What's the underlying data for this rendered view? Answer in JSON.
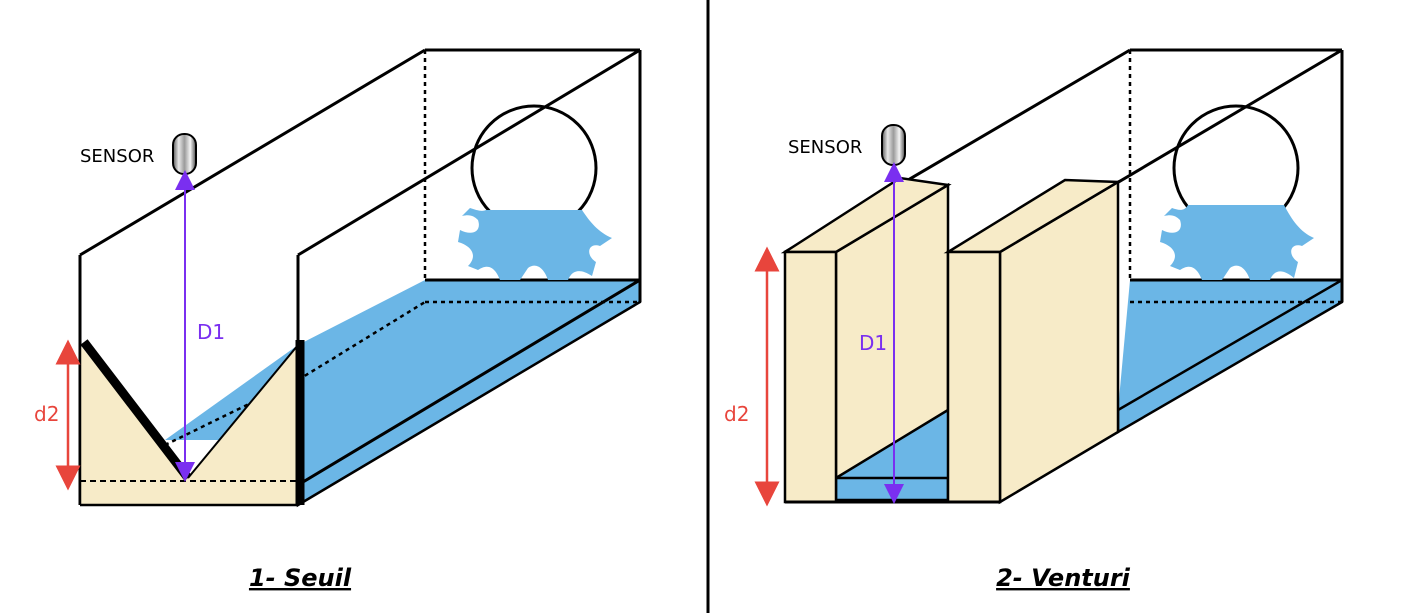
{
  "colors": {
    "water": "#6bb6e6",
    "sill": "#f7ebc8",
    "measure_d1": "#7a2ff0",
    "measure_d2": "#e8453c",
    "outline": "#000000"
  },
  "panel_left": {
    "sensor_label": "SENSOR",
    "d1_label": "D1",
    "d2_label": "d2",
    "caption": "1- Seuil"
  },
  "panel_right": {
    "sensor_label": "SENSOR",
    "d1_label": "D1",
    "d2_label": "d2",
    "caption": "2- Venturi"
  }
}
